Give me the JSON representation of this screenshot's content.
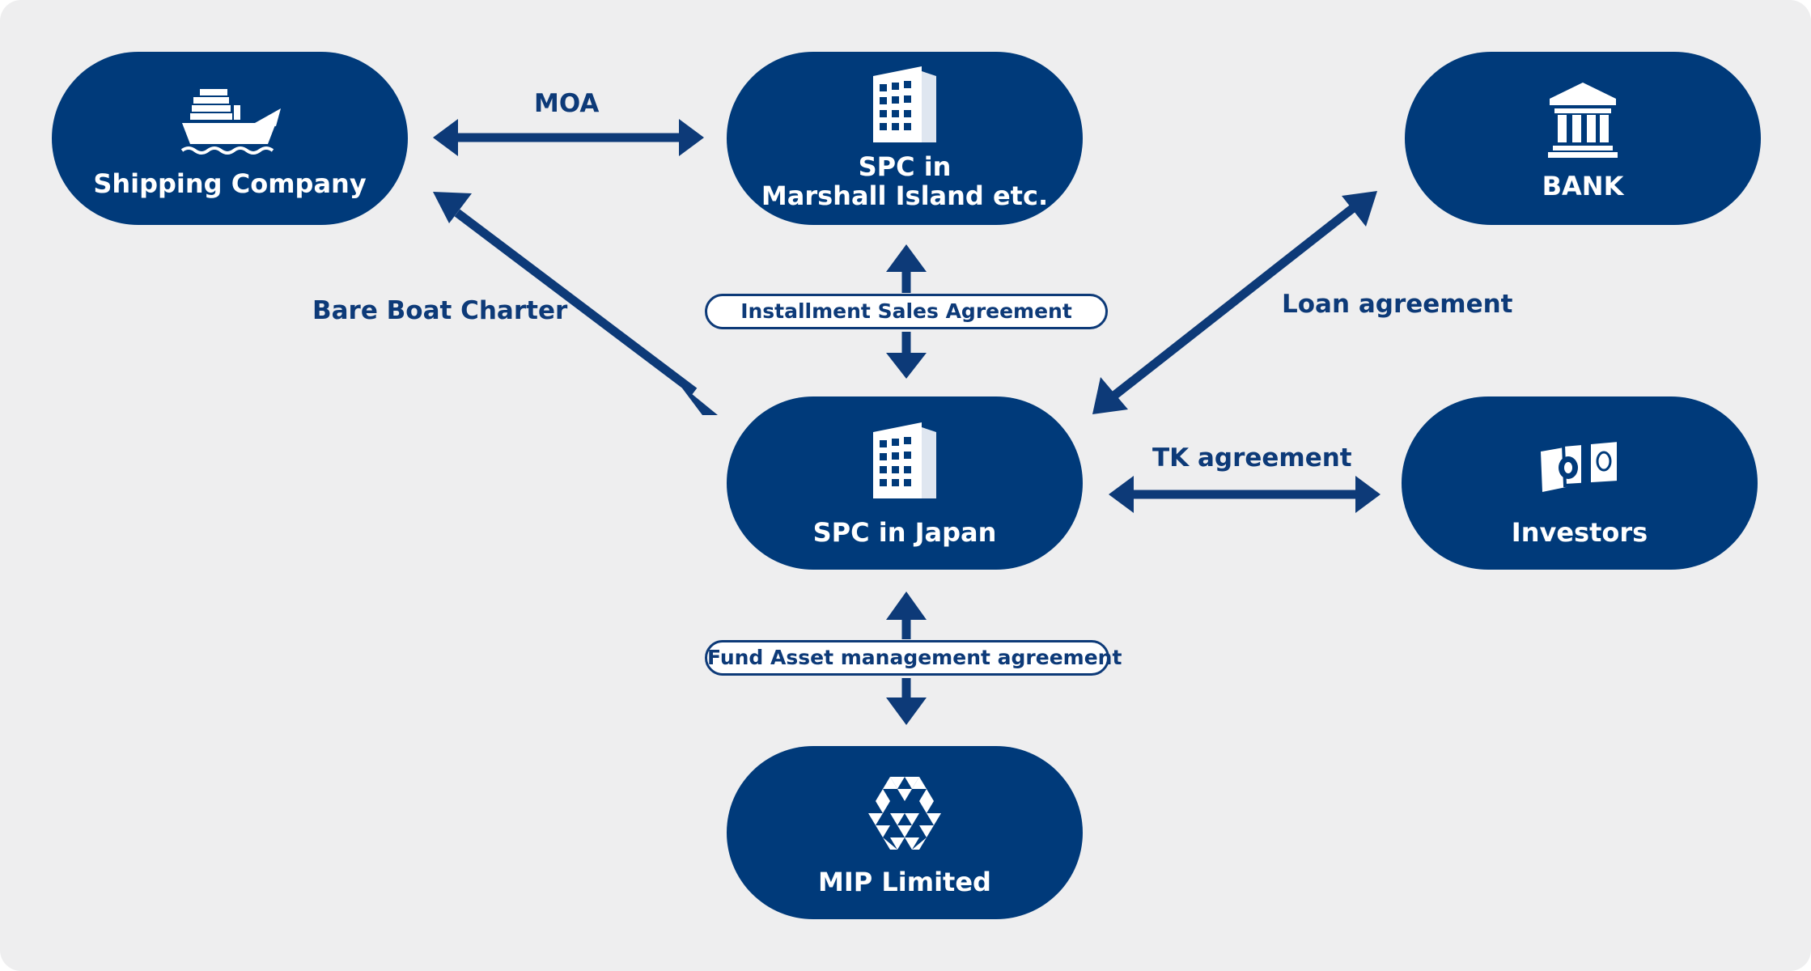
{
  "colors": {
    "background": "#eeeeef",
    "node": "#003a7a",
    "arrow": "#0d3a78",
    "text_on_node": "#ffffff"
  },
  "nodes": {
    "shipping_company": {
      "label": "Shipping Company",
      "icon": "ship-icon"
    },
    "spc_marshall": {
      "label_line1": "SPC in",
      "label_line2": "Marshall Island etc.",
      "icon": "building-icon"
    },
    "bank": {
      "label": "BANK",
      "icon": "bank-icon"
    },
    "spc_japan": {
      "label": "SPC in Japan",
      "icon": "building-icon"
    },
    "investors": {
      "label": "Investors",
      "icon": "money-icon"
    },
    "mip_limited": {
      "label": "MIP Limited",
      "icon": "triangle-logo-icon"
    }
  },
  "edges": {
    "moa": "MOA",
    "bare_boat_charter": "Bare Boat Charter",
    "installment_sales": "Installment Sales Agreement",
    "loan_agreement": "Loan agreement",
    "tk_agreement": "TK agreement",
    "fund_asset_management": "Fund Asset management agreement"
  }
}
